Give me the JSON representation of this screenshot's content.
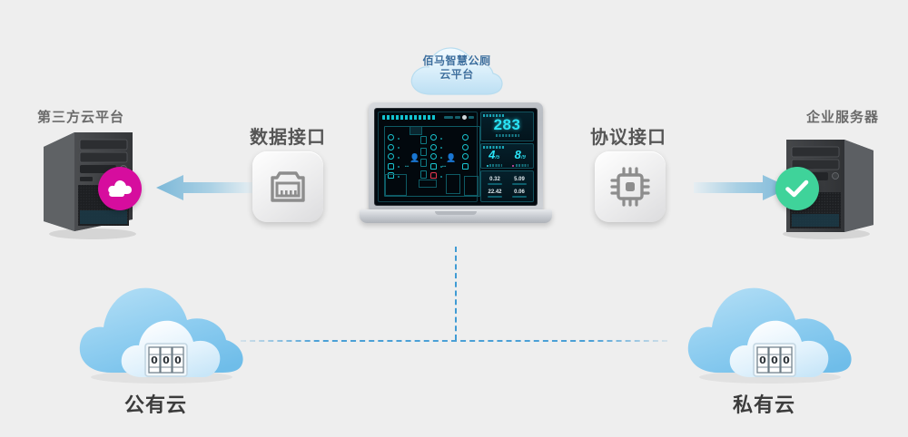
{
  "diagram": {
    "title_cloud": {
      "line1": "佰马智慧公厕",
      "line2": "云平台",
      "icon": "cloud-icon"
    },
    "nodes": {
      "third_party_cloud": {
        "label": "第三方云平台",
        "device_icon": "tower-server-icon",
        "badge_icon": "cloud-icon",
        "badge_color": "#d60d9e"
      },
      "data_interface": {
        "label": "数据接口",
        "icon": "ethernet-port-icon"
      },
      "protocol_interface": {
        "label": "协议接口",
        "icon": "cpu-chip-icon"
      },
      "enterprise_server": {
        "label": "企业服务器",
        "device_icon": "tower-server-icon",
        "badge_icon": "check-mark-icon",
        "badge_color": "#3fd39a"
      },
      "public_cloud": {
        "label": "公有云",
        "icon": "cloud-server-rack-icon",
        "rack_digits": "000"
      },
      "private_cloud": {
        "label": "私有云",
        "icon": "cloud-server-rack-icon",
        "rack_digits": "000"
      }
    },
    "arrows": {
      "left_arrow_icon": "arrow-left-icon",
      "right_arrow_icon": "arrow-right-icon",
      "accent_color": "#6fb4d8"
    },
    "connectors": {
      "vertical_icon": "dashed-line-vertical",
      "horizontal_icon": "dashed-line-horizontal",
      "color": "#4aa0d6"
    }
  },
  "laptop": {
    "device_icon": "laptop-icon",
    "dashboard": {
      "kpi_main": {
        "value": "283"
      },
      "kpi_pair": [
        {
          "value": "4",
          "denominator": "/5",
          "marker": "male"
        },
        {
          "value": "8",
          "denominator": "/9",
          "marker": "female"
        }
      ],
      "stats": [
        {
          "value": "0.32"
        },
        {
          "value": "5.09"
        },
        {
          "value": "22.42"
        },
        {
          "value": "0.06"
        }
      ]
    }
  },
  "theme": {
    "background": "#eeeeee",
    "label_color": "#5a5a5a",
    "dashboard_cyan": "#2ae3f5",
    "cloud_blue": "#8fcdf0"
  }
}
